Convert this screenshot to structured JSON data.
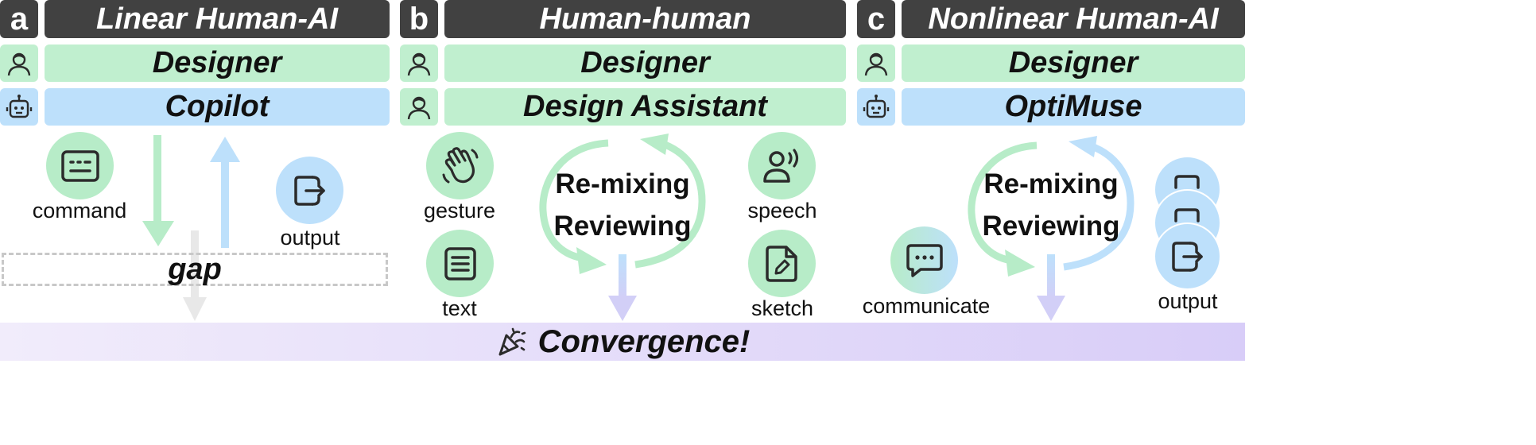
{
  "panels": [
    {
      "letter": "a",
      "title": "Linear Human-AI",
      "human_role": "Designer",
      "ai_role": "Copilot"
    },
    {
      "letter": "b",
      "title": "Human-human",
      "human_role": "Designer",
      "ai_role": "Design Assistant"
    },
    {
      "letter": "c",
      "title": "Nonlinear Human-AI",
      "human_role": "Designer",
      "ai_role": "OptiMuse"
    }
  ],
  "panel_a": {
    "command_label": "command",
    "output_label": "output",
    "gap_label": "gap"
  },
  "panel_b": {
    "gesture_label": "gesture",
    "text_label": "text",
    "speech_label": "speech",
    "sketch_label": "sketch",
    "loop_line1": "Re-mixing",
    "loop_line2": "Reviewing"
  },
  "panel_c": {
    "communicate_label": "communicate",
    "output_label": "output",
    "loop_line1": "Re-mixing",
    "loop_line2": "Reviewing"
  },
  "convergence_label": "Convergence!",
  "colors": {
    "header": "#414141",
    "human": "#c0efcf",
    "ai": "#bde0fb",
    "convergence": "#d8cdf8"
  },
  "icons": [
    "person-icon",
    "robot-icon",
    "keyboard-icon",
    "output-icon",
    "waving-hand-icon",
    "document-text-icon",
    "speech-icon",
    "sketch-file-icon",
    "chat-bubble-icon",
    "party-popper-icon"
  ]
}
